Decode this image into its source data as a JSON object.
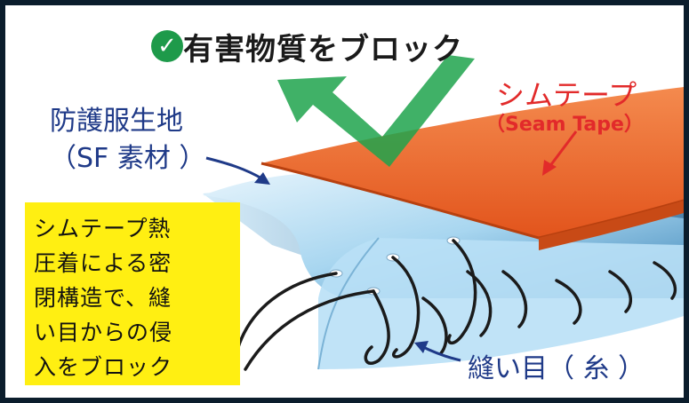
{
  "headline": {
    "check_icon": "check-circle-icon",
    "text": "有害物質をブロック"
  },
  "seam_tape": {
    "label_jp": "シムテープ",
    "label_en": "（Seam Tape）"
  },
  "fabric": {
    "line1": "防護服生地",
    "line2": "（SF 素材 ）"
  },
  "note": {
    "lines": [
      "シムテープ熱",
      "圧着による密",
      "閉構造で、縫",
      "い目からの侵",
      "入をブロック"
    ]
  },
  "stitch": {
    "label": "縫い目（ 糸 ）"
  },
  "colors": {
    "accent_green": "#1e9a4a",
    "seam_tape_orange": "#ee6a2c",
    "fabric_blue": "#9fd0ee",
    "label_navy": "#1f3a88",
    "label_red": "#e22a2a",
    "note_yellow": "#ffef12"
  }
}
